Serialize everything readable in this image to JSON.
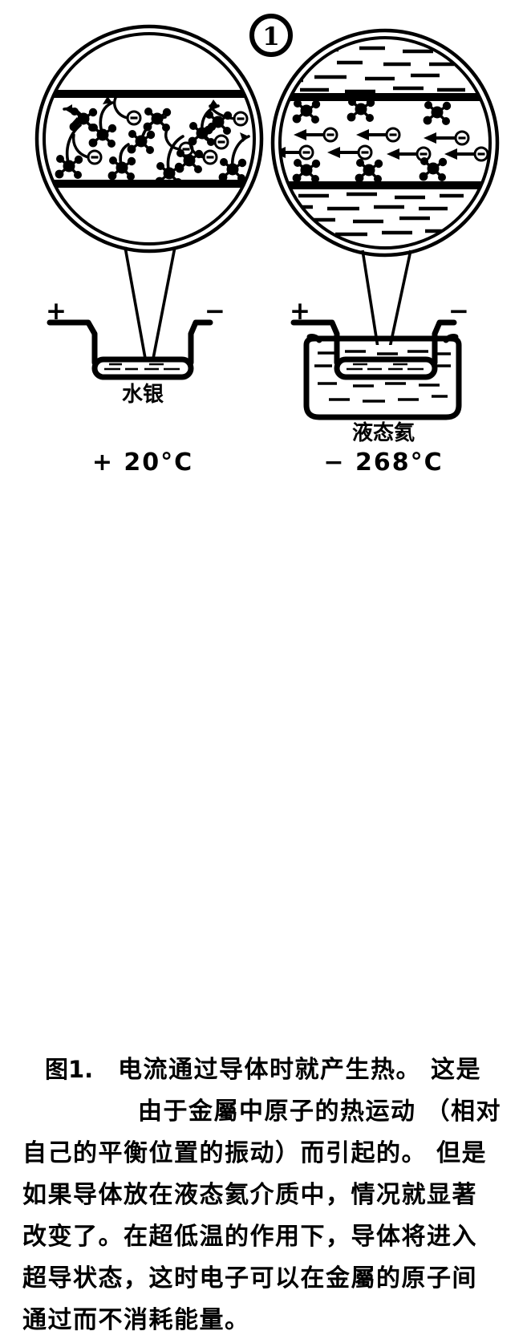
{
  "figure": {
    "badge_label": "1",
    "left_panel": {
      "magnifier_name": "room-temperature-magnified-view",
      "description_kind": "chaotic-electron-scatter",
      "conductor_label": "水银",
      "temperature_label": "+ 20°C",
      "terminal_positive": "+",
      "terminal_negative": "−",
      "electron_symbol": "−",
      "electron_count": 6,
      "atom_count": 11
    },
    "right_panel": {
      "magnifier_name": "cryogenic-magnified-view",
      "description_kind": "ordered-electron-flow",
      "conductor_label": "液态氦",
      "temperature_label": "− 268°C",
      "terminal_positive": "+",
      "terminal_negative": "−",
      "electron_symbol": "−",
      "electron_count": 8,
      "atom_count": 6
    }
  },
  "caption": {
    "figure_number": "图1.",
    "lines": [
      "电流通过导体时就产生热。 这是",
      "由于金屬中原子的热运动 （相对",
      "自己的平衡位置的振动）而引起的。 但是",
      "如果导体放在液态氦介质中，情况就显著",
      "改变了。在超低温的作用下，导体将进入",
      "超导状态，这时电子可以在金屬的原子间",
      "通过而不消耗能量。"
    ]
  },
  "colors": {
    "ink": "#000000",
    "paper": "#ffffff"
  }
}
